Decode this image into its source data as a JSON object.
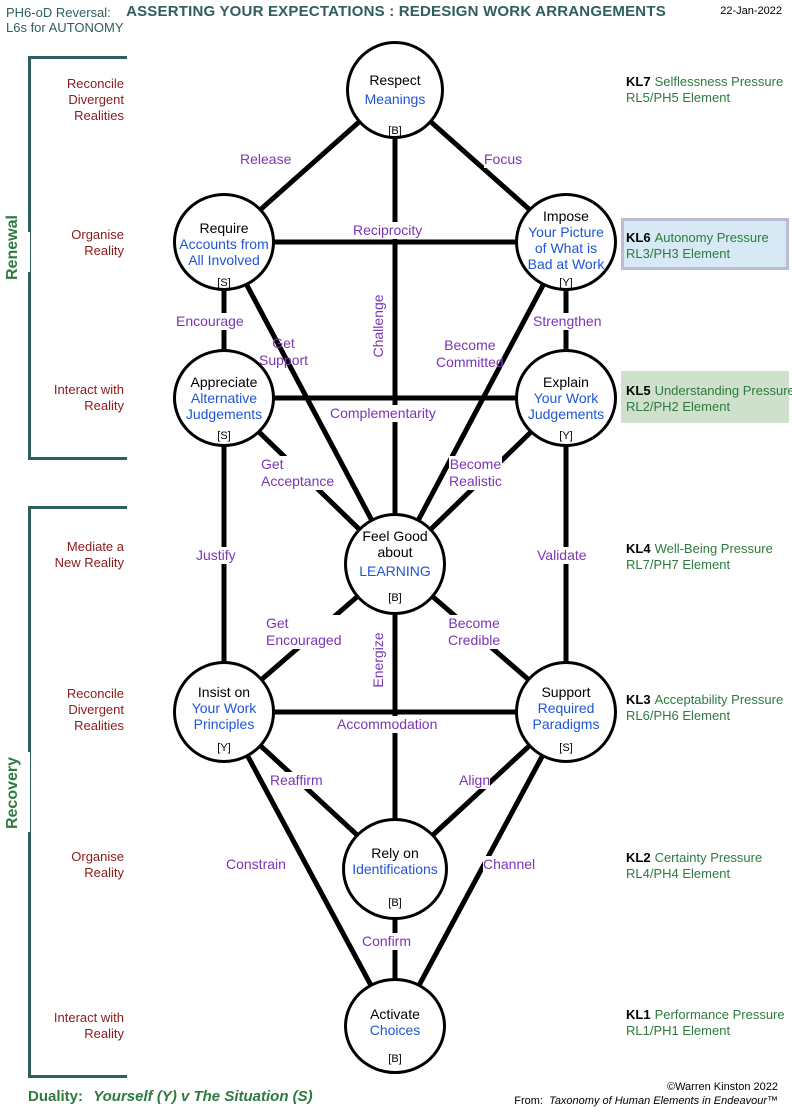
{
  "header": {
    "left_line1": "PH6-oD Reversal:",
    "left_line2": "L6s for AUTONOMY",
    "title": "ASSERTING YOUR EXPECTATIONS  :  REDESIGN WORK ARRANGEMENTS",
    "date": "22-Jan-2022"
  },
  "sections": {
    "renewal": "Renewal",
    "recovery": "Recovery"
  },
  "row_labels": [
    [
      "Reconcile",
      "Divergent",
      "Realities"
    ],
    [
      "Organise",
      "Reality"
    ],
    [
      "Interact with",
      "Reality"
    ],
    [
      "Mediate a",
      "New Reality"
    ],
    [
      "Reconcile",
      "Divergent",
      "Realities"
    ],
    [
      "Organise",
      "Reality"
    ],
    [
      "Interact with",
      "Reality"
    ]
  ],
  "levels": [
    {
      "kl": "KL7",
      "pressure": "Selflessness Pressure",
      "element": "RL5/PH5 Element",
      "highlight": ""
    },
    {
      "kl": "KL6",
      "pressure": "Autonomy Pressure",
      "element": "RL3/PH3 Element",
      "highlight": "#d6e9f5"
    },
    {
      "kl": "KL5",
      "pressure": "Understanding Pressure",
      "element": "RL2/PH2 Element",
      "highlight": "#cfe0cd"
    },
    {
      "kl": "KL4",
      "pressure": "Well-Being Pressure",
      "element": "RL7/PH7 Element",
      "highlight": ""
    },
    {
      "kl": "KL3",
      "pressure": "Acceptability Pressure",
      "element": "RL6/PH6 Element",
      "highlight": ""
    },
    {
      "kl": "KL2",
      "pressure": "Certainty Pressure",
      "element": "RL4/PH4 Element",
      "highlight": ""
    },
    {
      "kl": "KL1",
      "pressure": "Performance Pressure",
      "element": "RL1/PH1 Element",
      "highlight": ""
    }
  ],
  "nodes": {
    "respect": {
      "lines": [
        "Respect"
      ],
      "blue": [
        "Meanings"
      ],
      "tag": "[B]"
    },
    "require": {
      "lines": [
        "Require"
      ],
      "blue": [
        "Accounts from",
        "All Involved"
      ],
      "tag": "[S]"
    },
    "impose": {
      "lines": [
        "Impose"
      ],
      "blue": [
        "Your Picture",
        "of What is",
        "Bad at Work"
      ],
      "tag": "[Y]"
    },
    "appreciate": {
      "lines": [
        "Appreciate"
      ],
      "blue": [
        "Alternative",
        "Judgements"
      ],
      "tag": "[S]"
    },
    "explain": {
      "lines": [
        "Explain"
      ],
      "blue": [
        "Your Work",
        "Judgements"
      ],
      "tag": "[Y]"
    },
    "feelgood": {
      "lines": [
        "Feel Good",
        "about"
      ],
      "blue": [
        "LEARNING"
      ],
      "tag": "[B]"
    },
    "insist": {
      "lines": [
        "Insist on"
      ],
      "blue": [
        "Your Work",
        "Principles"
      ],
      "tag": "[Y]"
    },
    "support": {
      "lines": [
        "Support"
      ],
      "blue": [
        "Required",
        "Paradigms"
      ],
      "tag": "[S]"
    },
    "rely": {
      "lines": [
        "Rely on"
      ],
      "blue": [
        "Identifications"
      ],
      "tag": "[B]"
    },
    "activate": {
      "lines": [
        "Activate"
      ],
      "blue": [
        "Choices"
      ],
      "tag": "[B]"
    }
  },
  "edges": {
    "release": [
      "Release"
    ],
    "focus": [
      "Focus"
    ],
    "reciprocity": [
      "Reciprocity"
    ],
    "challenge": [
      "Challenge"
    ],
    "encourage": [
      "Encourage"
    ],
    "strengthen": [
      "Strengthen"
    ],
    "get_support": [
      "Get",
      "Support"
    ],
    "become_committed": [
      "Become",
      "Committed"
    ],
    "complementarity": [
      "Complementarity"
    ],
    "get_acceptance": [
      "Get",
      "Acceptance"
    ],
    "become_realistic": [
      "Become",
      "Realistic"
    ],
    "justify": [
      "Justify"
    ],
    "validate": [
      "Validate"
    ],
    "get_encouraged": [
      "Get",
      "Encouraged"
    ],
    "become_credible": [
      "Become",
      "Credible"
    ],
    "energize": [
      "Energize"
    ],
    "accommodation": [
      "Accommodation"
    ],
    "reaffirm": [
      "Reaffirm"
    ],
    "align": [
      "Align"
    ],
    "constrain": [
      "Constrain"
    ],
    "channel": [
      "Channel"
    ],
    "confirm": [
      "Confirm"
    ]
  },
  "footer": {
    "label": "Duality:",
    "text": "Yourself (Y) v The Situation (S)",
    "copyright": "©Warren Kinston 2022",
    "from_label": "From:",
    "source": "Taxonomy of Human Elements in Endeavour™"
  }
}
